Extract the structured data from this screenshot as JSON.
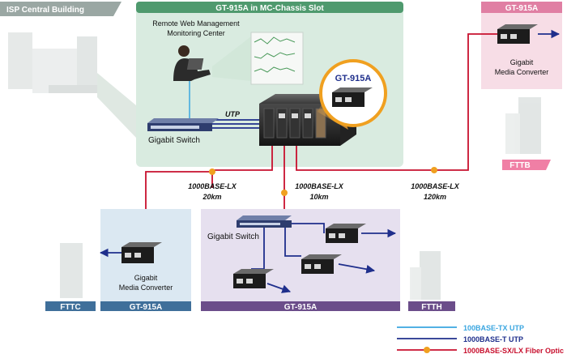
{
  "header": {
    "isp_building": "ISP Central Building",
    "chassis_slot": "GT-915A in MC-Chassis Slot",
    "gt915a_top_right": "GT-915A"
  },
  "labels": {
    "remote_mgmt_line1": "Remote Web Management",
    "remote_mgmt_line2": "Monitoring Center",
    "utp": "UTP",
    "gigabit_switch_top": "Gigabit Switch",
    "gigabit_switch_bottom": "Gigabit Switch",
    "callout": "GT-915A",
    "converter_tr_line1": "Gigabit",
    "converter_tr_line2": "Media Converter",
    "converter_bl_line1": "Gigabit",
    "converter_bl_line2": "Media Converter",
    "fttb": "FTTB",
    "fttc": "FTTC",
    "ftth": "FTTH",
    "gt915a_bottom_left": "GT-915A",
    "gt915a_bottom_center": "GT-915A"
  },
  "links": {
    "left_type": "1000BASE-LX",
    "left_dist": "20km",
    "center_type": "1000BASE-LX",
    "center_dist": "10km",
    "right_type": "1000BASE-LX",
    "right_dist": "120km"
  },
  "legend": [
    {
      "label": "100BASE-TX UTP",
      "color": "#3aa6e0"
    },
    {
      "label": "1000BASE-T UTP",
      "color": "#1f2f8c"
    },
    {
      "label": "1000BASE-SX/LX Fiber Optic",
      "color": "#c8102e"
    }
  ],
  "colors": {
    "green_panel": "#d9ebe0",
    "green_header": "#4f9a6e",
    "blue_panel": "#dbe8f2",
    "blue_header": "#3f6f9a",
    "purple_panel": "#e6e0ef",
    "purple_header": "#6b4d8a",
    "pink_panel": "#f7dde6",
    "pink_header": "#e07fa3",
    "gray_header": "#9aa7a3"
  }
}
